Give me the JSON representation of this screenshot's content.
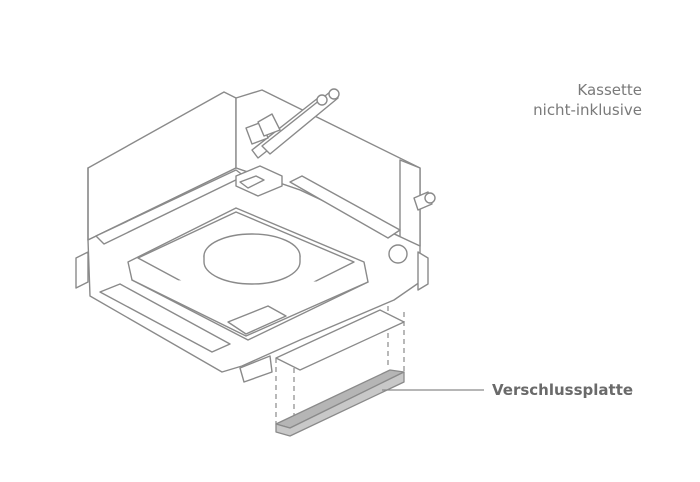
{
  "labels": {
    "cassette_line1": "Kassette",
    "cassette_line2": "nicht-inklusive",
    "closure_plate": "Verschlussplatte"
  },
  "colors": {
    "line": "#8a8a8a",
    "plate_fill": "#b5b5b5",
    "label": "#7a7a7a"
  }
}
